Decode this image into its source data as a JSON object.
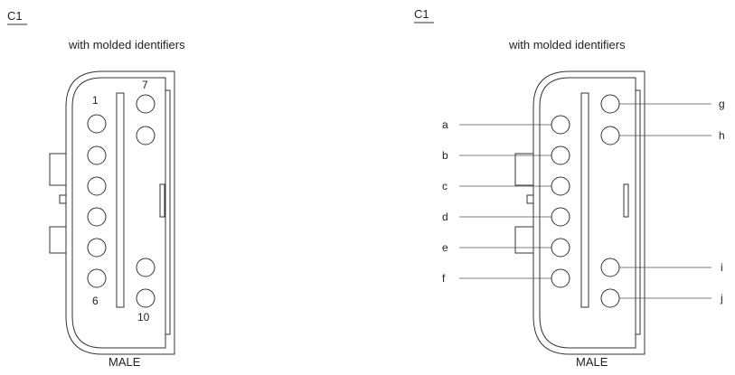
{
  "left": {
    "title": "C1",
    "subtitle": "with molded identifiers",
    "footer": "MALE",
    "pin_labels": {
      "p1": "1",
      "p6": "6",
      "p7": "7",
      "p10": "10"
    }
  },
  "right": {
    "title": "C1",
    "subtitle": "with molded identifiers",
    "footer": "MALE",
    "leads_left": [
      "a",
      "b",
      "c",
      "d",
      "e",
      "f"
    ],
    "leads_right": [
      "g",
      "h",
      "i",
      "j"
    ]
  }
}
